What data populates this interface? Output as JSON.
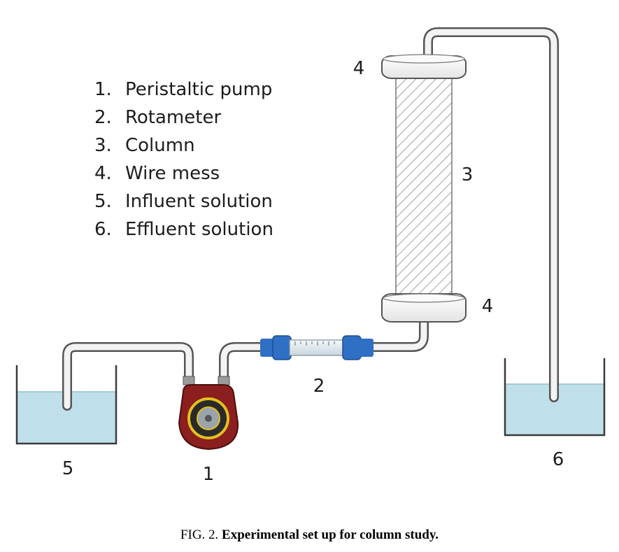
{
  "legend": [
    {
      "num": "1.",
      "text": "Peristaltic pump"
    },
    {
      "num": "2.",
      "text": "Rotameter"
    },
    {
      "num": "3.",
      "text": "Column"
    },
    {
      "num": "4.",
      "text": "Wire mess"
    },
    {
      "num": "5.",
      "text": "Influent solution"
    },
    {
      "num": "6.",
      "text": "Effluent solution"
    }
  ],
  "labels": {
    "pump": "1",
    "rotameter": "2",
    "column": "3",
    "wire_mesh_top": "4",
    "wire_mesh_bottom": "4",
    "influent": "5",
    "effluent": "6"
  },
  "caption": {
    "prefix": "FIG. 2.",
    "text": "Experimental set up for column study."
  },
  "colors": {
    "liquid": "#bfe0ea",
    "column_hatch": "#8a8a8a",
    "pump_body": "#8b1e1e",
    "pump_ring": "#e0c020",
    "rotameter_blue": "#2f6fc4"
  }
}
